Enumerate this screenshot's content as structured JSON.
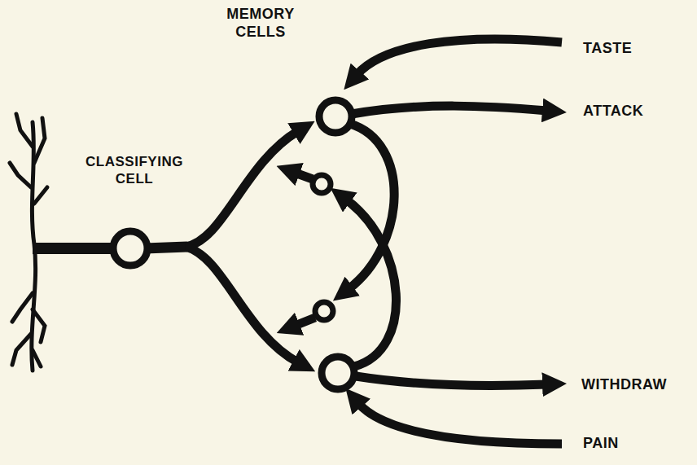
{
  "diagram": {
    "nodes": [
      {
        "text": [
          "CLASSIFYING CELL"
        ]
      }
    ],
    "labels": [
      "MEMORY CELLS",
      "TASTE",
      "ATTACK",
      "WITHDRAW",
      "PAIN"
    ]
  }
}
